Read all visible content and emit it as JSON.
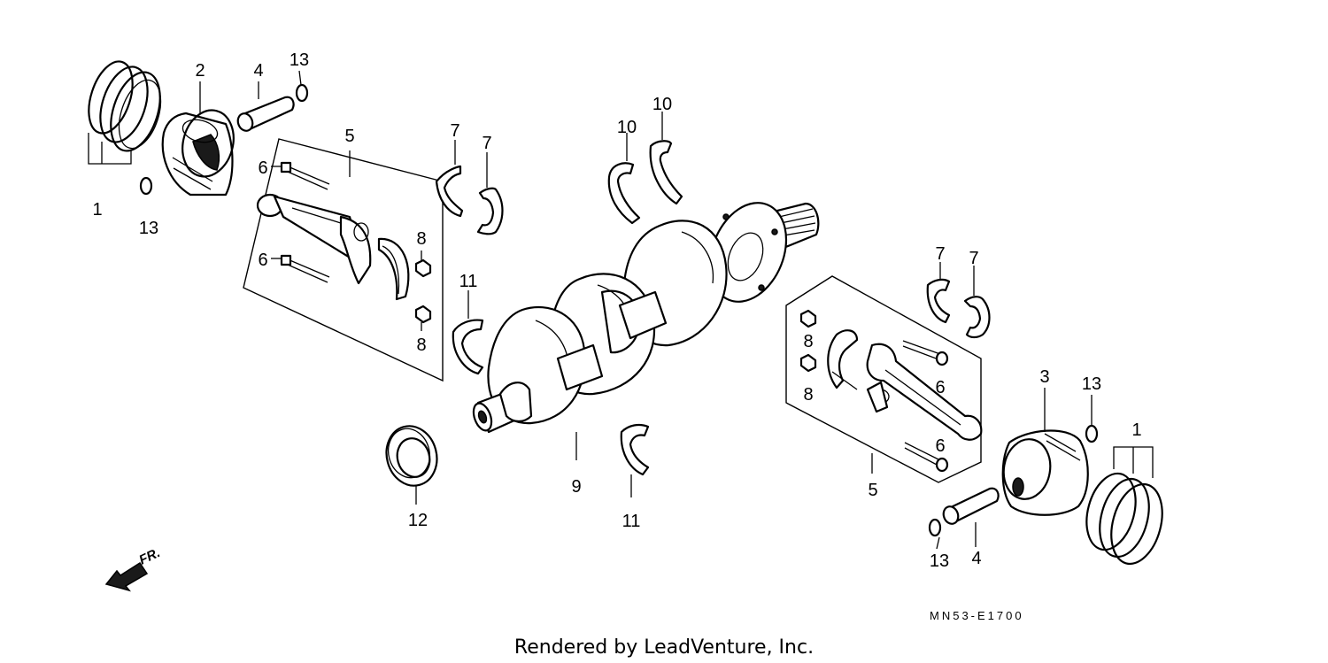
{
  "diagram": {
    "callouts": [
      {
        "id": "c-1-left",
        "text": "1"
      },
      {
        "id": "c-2",
        "text": "2"
      },
      {
        "id": "c-4-top",
        "text": "4"
      },
      {
        "id": "c-13-top",
        "text": "13"
      },
      {
        "id": "c-13-left",
        "text": "13"
      },
      {
        "id": "c-5-left",
        "text": "5"
      },
      {
        "id": "c-6-a",
        "text": "6"
      },
      {
        "id": "c-6-b",
        "text": "6"
      },
      {
        "id": "c-8-a",
        "text": "8"
      },
      {
        "id": "c-8-b",
        "text": "8"
      },
      {
        "id": "c-7-a",
        "text": "7"
      },
      {
        "id": "c-7-b",
        "text": "7"
      },
      {
        "id": "c-10-a",
        "text": "10"
      },
      {
        "id": "c-10-b",
        "text": "10"
      },
      {
        "id": "c-11-top",
        "text": "11"
      },
      {
        "id": "c-9",
        "text": "9"
      },
      {
        "id": "c-11-bottom",
        "text": "11"
      },
      {
        "id": "c-12",
        "text": "12"
      },
      {
        "id": "c-7-c",
        "text": "7"
      },
      {
        "id": "c-7-d",
        "text": "7"
      },
      {
        "id": "c-8-c",
        "text": "8"
      },
      {
        "id": "c-8-d",
        "text": "8"
      },
      {
        "id": "c-6-c",
        "text": "6"
      },
      {
        "id": "c-6-d",
        "text": "6"
      },
      {
        "id": "c-5-right",
        "text": "5"
      },
      {
        "id": "c-3",
        "text": "3"
      },
      {
        "id": "c-13-right",
        "text": "13"
      },
      {
        "id": "c-1-right",
        "text": "1"
      },
      {
        "id": "c-13-bottom",
        "text": "13"
      },
      {
        "id": "c-4-bottom",
        "text": "4"
      }
    ],
    "direction_label": "FR.",
    "diagram_code": "MN53-E1700",
    "credit": "Rendered by LeadVenture, Inc."
  }
}
